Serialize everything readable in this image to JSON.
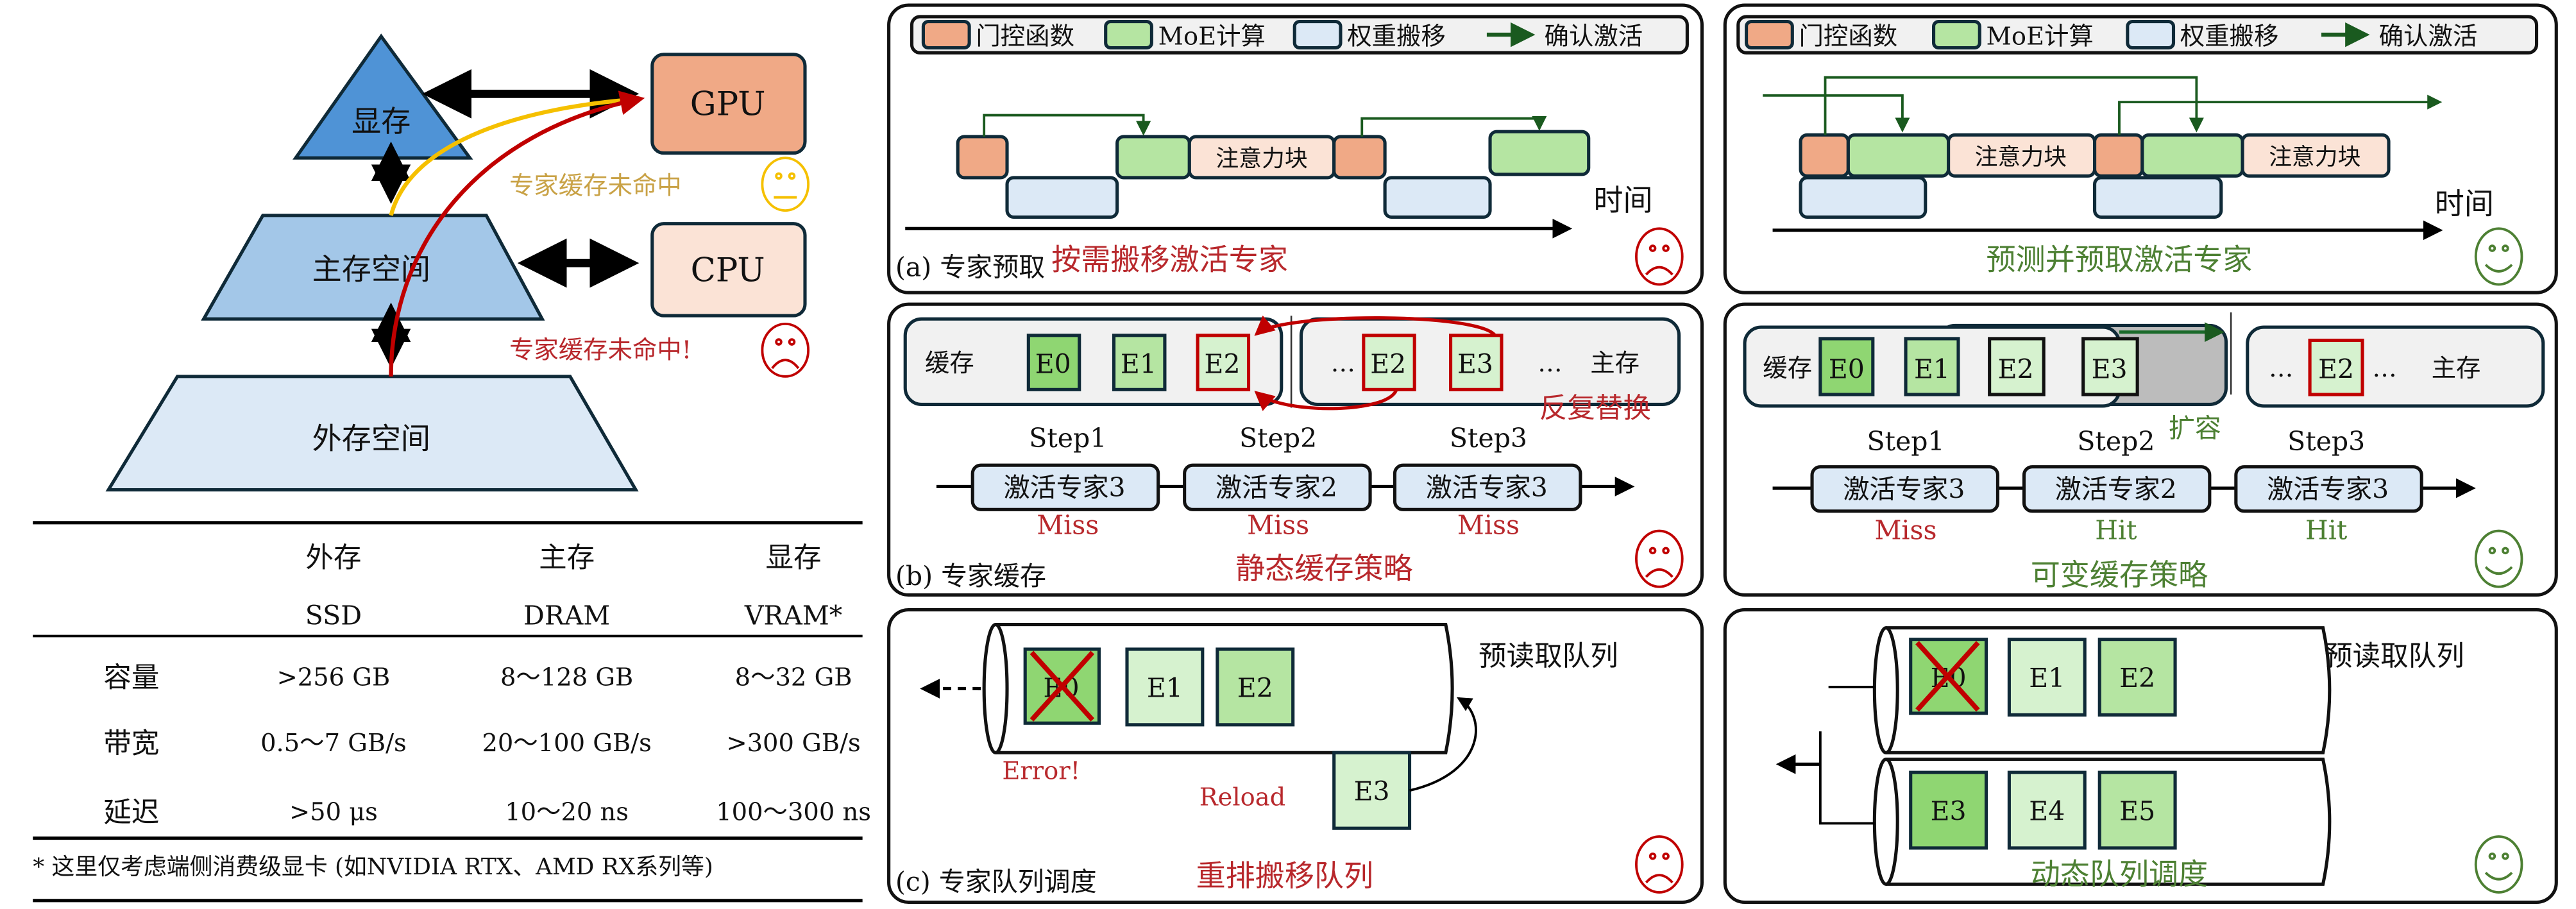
{
  "hierarchy": {
    "vram": "显存",
    "main_memory": "主存空间",
    "external": "外存空间",
    "gpu": "GPU",
    "cpu": "CPU",
    "miss_mild": "专家缓存未命中",
    "miss_severe": "专家缓存未命中!"
  },
  "table": {
    "headers_cn": [
      "外存",
      "主存",
      "显存"
    ],
    "headers_en": [
      "SSD",
      "DRAM",
      "VRAM*"
    ],
    "rows": [
      {
        "label": "容量",
        "values": [
          ">256 GB",
          "8～128 GB",
          "8～32 GB"
        ]
      },
      {
        "label": "带宽",
        "values": [
          "0.5～7 GB/s",
          "20～100 GB/s",
          ">300 GB/s"
        ]
      },
      {
        "label": "延迟",
        "values": [
          ">50 μs",
          "10～20 ns",
          "100～300 ns"
        ]
      }
    ],
    "footnote": "* 这里仅考虑端侧消费级显卡 (如NVIDIA RTX、AMD RX系列等)"
  },
  "legend": {
    "gate": "门控函数",
    "moe": "MoE计算",
    "transfer": "权重搬移",
    "confirm": "确认激活"
  },
  "common": {
    "attention": "注意力块",
    "time": "时间",
    "cache": "缓存",
    "main": "主存",
    "ellipsis": "…",
    "prefetch_queue": "预读取队列"
  },
  "panel_a": {
    "label": "(a) 专家预取",
    "bad": "按需搬移激活专家",
    "good": "预测并预取激活专家"
  },
  "panel_b": {
    "label": "(b) 专家缓存",
    "bad": "静态缓存策略",
    "good": "可变缓存策略",
    "replace": "反复替换",
    "expand": "扩容",
    "steps": [
      "Step1",
      "Step2",
      "Step3"
    ],
    "activations": [
      "激活专家3",
      "激活专家2",
      "激活专家3"
    ],
    "bad_results": [
      "Miss",
      "Miss",
      "Miss"
    ],
    "good_results": [
      "Miss",
      "Hit",
      "Hit"
    ],
    "experts": [
      "E0",
      "E1",
      "E2",
      "E3"
    ]
  },
  "panel_c": {
    "label": "(c) 专家队列调度",
    "bad": "重排搬移队列",
    "good": "动态队列调度",
    "error": "Error!",
    "reload": "Reload",
    "experts": [
      "E0",
      "E1",
      "E2",
      "E3",
      "E4",
      "E5"
    ]
  },
  "colors": {
    "gate": "#f0a986",
    "moe": "#b5e5a2",
    "transfer": "#dce9f6",
    "attention": "#fbe3d6",
    "confirm_arrow": "#1a5a1f",
    "bad": "#c00000",
    "good": "#4d8033",
    "mild": "#f5c000"
  }
}
